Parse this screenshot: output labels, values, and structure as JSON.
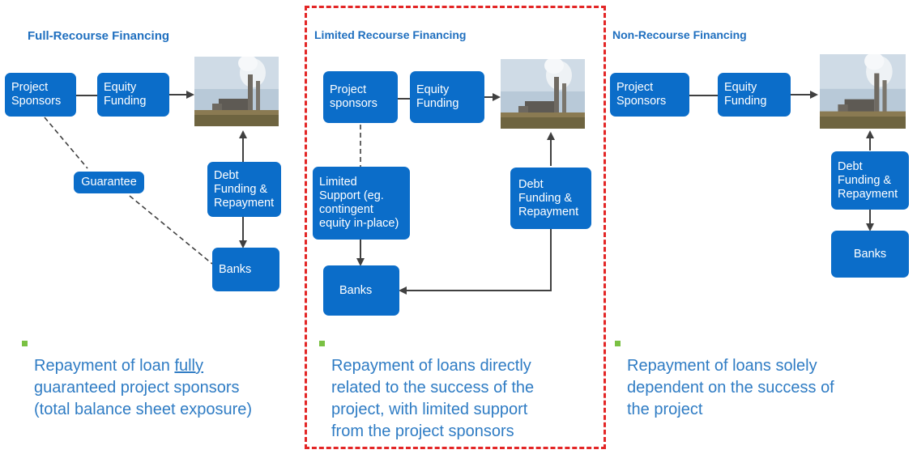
{
  "colors": {
    "box": "#0b6dc9",
    "title": "#1f6fbf",
    "bullet_text": "#2f7cc4",
    "bullet_marker": "#7ac143",
    "highlight_frame": "#e32626",
    "arrow": "#404040"
  },
  "full": {
    "title": "Full-Recourse Financing",
    "sponsors": "Project\nSponsors",
    "equity": "Equity\nFunding",
    "guarantee": "Guarantee",
    "debt": "Debt\nFunding &\nRepayment",
    "banks": "Banks",
    "bullet_pre": "Repayment of loan ",
    "bullet_underline": "fully",
    "bullet_post": "\nguaranteed project sponsors\n(total balance sheet exposure)"
  },
  "limited": {
    "title": "Limited Recourse Financing",
    "sponsors": "Project\nsponsors",
    "equity": "Equity\nFunding",
    "support": "Limited\nSupport (eg.\ncontingent\nequity in-place)",
    "debt": "Debt\nFunding &\nRepayment",
    "banks": "Banks",
    "bullet": "Repayment of loans directly\nrelated to the success of the\nproject, with limited support\nfrom the project sponsors"
  },
  "non": {
    "title": "Non-Recourse Financing",
    "sponsors": "Project\nSponsors",
    "equity": "Equity\nFunding",
    "debt": "Debt\nFunding &\nRepayment",
    "banks": "Banks",
    "bullet": "Repayment of loans solely\ndependent on the success of\nthe project"
  },
  "icons": {
    "plant": "power-plant-image",
    "bullet_marker": "green-square-bullet"
  }
}
